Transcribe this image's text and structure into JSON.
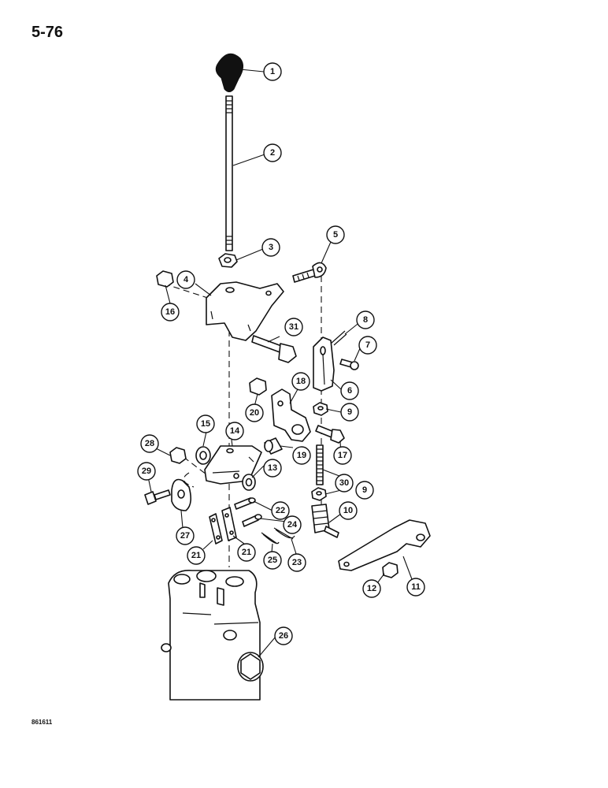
{
  "page": {
    "number": "5-76",
    "figure_code": "861611"
  },
  "callouts": [
    {
      "label": "1",
      "part": "shift-knob"
    },
    {
      "label": "2",
      "part": "shift-lever-rod"
    },
    {
      "label": "3",
      "part": "lever-nut"
    },
    {
      "label": "4",
      "part": "lever-bracket"
    },
    {
      "label": "5",
      "part": "rod-eye"
    },
    {
      "label": "6",
      "part": "clevis"
    },
    {
      "label": "7",
      "part": "clevis-pin"
    },
    {
      "label": "8",
      "part": "cotter-pin"
    },
    {
      "label": "9",
      "part": "jam-nut"
    },
    {
      "label": "9",
      "part": "jam-nut-lower"
    },
    {
      "label": "10",
      "part": "rod-end"
    },
    {
      "label": "11",
      "part": "linkage-arm"
    },
    {
      "label": "12",
      "part": "arm-nut"
    },
    {
      "label": "13",
      "part": "washer"
    },
    {
      "label": "14",
      "part": "pivot-block"
    },
    {
      "label": "15",
      "part": "washer"
    },
    {
      "label": "16",
      "part": "bracket-nut"
    },
    {
      "label": "17",
      "part": "bolt"
    },
    {
      "label": "18",
      "part": "lever-arm"
    },
    {
      "label": "19",
      "part": "bushing"
    },
    {
      "label": "20",
      "part": "nut"
    },
    {
      "label": "21",
      "part": "link-plate"
    },
    {
      "label": "21",
      "part": "link-plate-second"
    },
    {
      "label": "22",
      "part": "pin"
    },
    {
      "label": "23",
      "part": "cotter-pin"
    },
    {
      "label": "24",
      "part": "pin"
    },
    {
      "label": "25",
      "part": "cotter-pin"
    },
    {
      "label": "26",
      "part": "plug"
    },
    {
      "label": "27",
      "part": "mounting-plate"
    },
    {
      "label": "28",
      "part": "nut"
    },
    {
      "label": "29",
      "part": "bolt"
    },
    {
      "label": "30",
      "part": "threaded-rod"
    },
    {
      "label": "31",
      "part": "bolt"
    }
  ]
}
